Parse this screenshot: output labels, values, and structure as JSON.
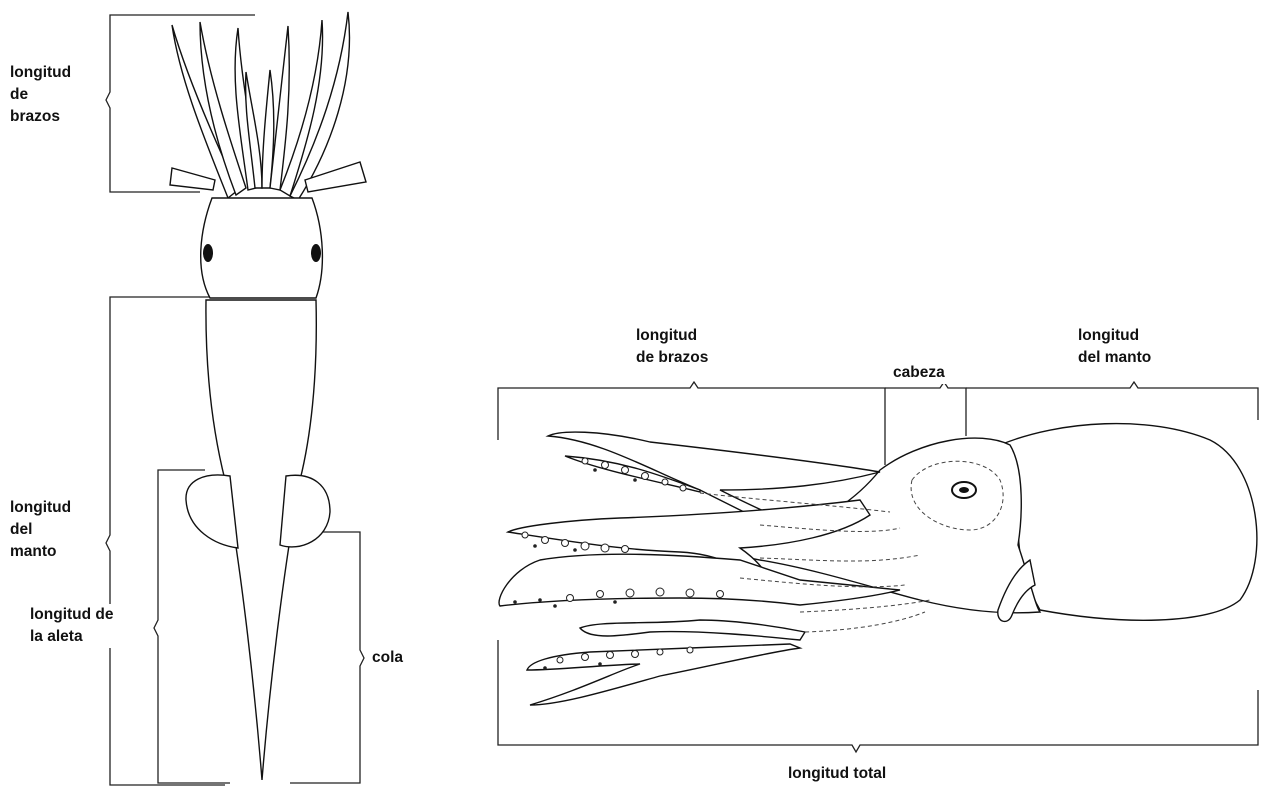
{
  "squid": {
    "arm_length_label": "longitud\nde\nbrazos",
    "mantle_length_label": "longitud\ndel\nmanto",
    "fin_length_label": "longitud de\nla aleta",
    "tail_label": "cola"
  },
  "octopus": {
    "arm_length_label": "longitud\nde brazos",
    "head_label": "cabeza",
    "mantle_length_label": "longitud\ndel manto",
    "total_length_label": "longitud total"
  }
}
